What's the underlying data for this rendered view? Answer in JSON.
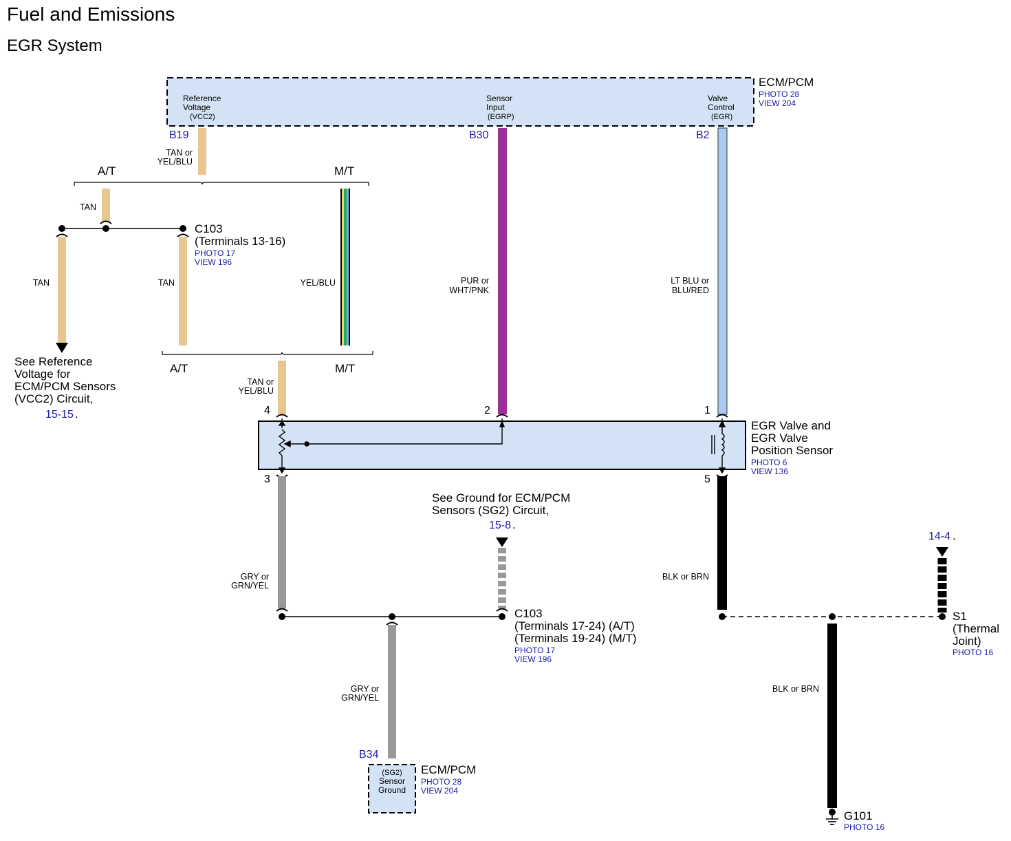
{
  "page": {
    "title": "Fuel and Emissions",
    "subtitle": "EGR System"
  },
  "ecm_top": {
    "name": "ECM/PCM",
    "photo": "PHOTO 28",
    "view": "VIEW 204",
    "terminals": [
      {
        "pin": "B19",
        "label1": "Reference",
        "label2": "Voltage",
        "label3": "(VCC2)"
      },
      {
        "pin": "B30",
        "label1": "Sensor",
        "label2": "Input",
        "label3": "(EGRP)"
      },
      {
        "pin": "B2",
        "label1": "Valve",
        "label2": "Control",
        "label3": "(EGR)"
      }
    ]
  },
  "wires": {
    "b19": {
      "line1": "TAN or",
      "line2": "YEL/BLU",
      "color": "#e8c690"
    },
    "at_tan": {
      "label": "TAN"
    },
    "left_tan": {
      "label": "TAN"
    },
    "mid_tan": {
      "label": "TAN"
    },
    "mt_yelblu": {
      "label": "YEL/BLU"
    },
    "b30": {
      "line1": "PUR or",
      "line2": "WHT/PNK",
      "color": "#9a2f9a"
    },
    "b2": {
      "line1": "LT BLU or",
      "line2": "BLU/RED",
      "color": "#a8ccf2"
    },
    "pin4": {
      "line1": "TAN or",
      "line2": "YEL/BLU"
    },
    "pin3": {
      "line1": "GRY or",
      "line2": "GRN/YEL",
      "color": "#999999"
    },
    "b34": {
      "line1": "GRY or",
      "line2": "GRN/YEL"
    },
    "pin5": {
      "label": "BLK or BRN"
    },
    "g101": {
      "label": "BLK or BRN"
    }
  },
  "branches": {
    "top_at": "A/T",
    "top_mt": "M/T",
    "bottom_at": "A/T",
    "bottom_mt": "M/T"
  },
  "c103_top": {
    "name": "C103",
    "terminals": "(Terminals 13-16)",
    "photo": "PHOTO 17",
    "view": "VIEW 196"
  },
  "ref_note": {
    "line1": "See Reference",
    "line2": "Voltage for",
    "line3": "ECM/PCM Sensors",
    "line4": "(VCC2) Circuit,",
    "link": "15-15",
    "suffix": "."
  },
  "egr_valve": {
    "line1": "EGR Valve and",
    "line2": "EGR Valve",
    "line3": "Position Sensor",
    "photo": "PHOTO 6",
    "view": "VIEW 136",
    "pins": {
      "p4": "4",
      "p2": "2",
      "p1": "1",
      "p3": "3",
      "p5": "5"
    }
  },
  "ground_note": {
    "line1": "See Ground for ECM/PCM",
    "line2": "Sensors (SG2) Circuit,",
    "link": "15-8",
    "suffix": "."
  },
  "c103_bottom": {
    "name": "C103",
    "line1": "(Terminals 17-24) (A/T)",
    "line2": "(Terminals 19-24) (M/T)",
    "photo": "PHOTO 17",
    "view": "VIEW 196"
  },
  "ecm_bottom": {
    "pin": "B34",
    "label1": "(SG2)",
    "label2": "Sensor",
    "label3": "Ground",
    "name": "ECM/PCM",
    "photo": "PHOTO 28",
    "view": "VIEW 204"
  },
  "s1": {
    "link": "14-4",
    "suffix": ".",
    "name": "S1",
    "line1": "(Thermal",
    "line2": "Joint)",
    "photo": "PHOTO 16"
  },
  "g101": {
    "name": "G101",
    "photo": "PHOTO 16"
  },
  "colors": {
    "component_fill": "#d3e3f5",
    "link_blue": "#1a1aa6",
    "black_wire": "#000000"
  }
}
